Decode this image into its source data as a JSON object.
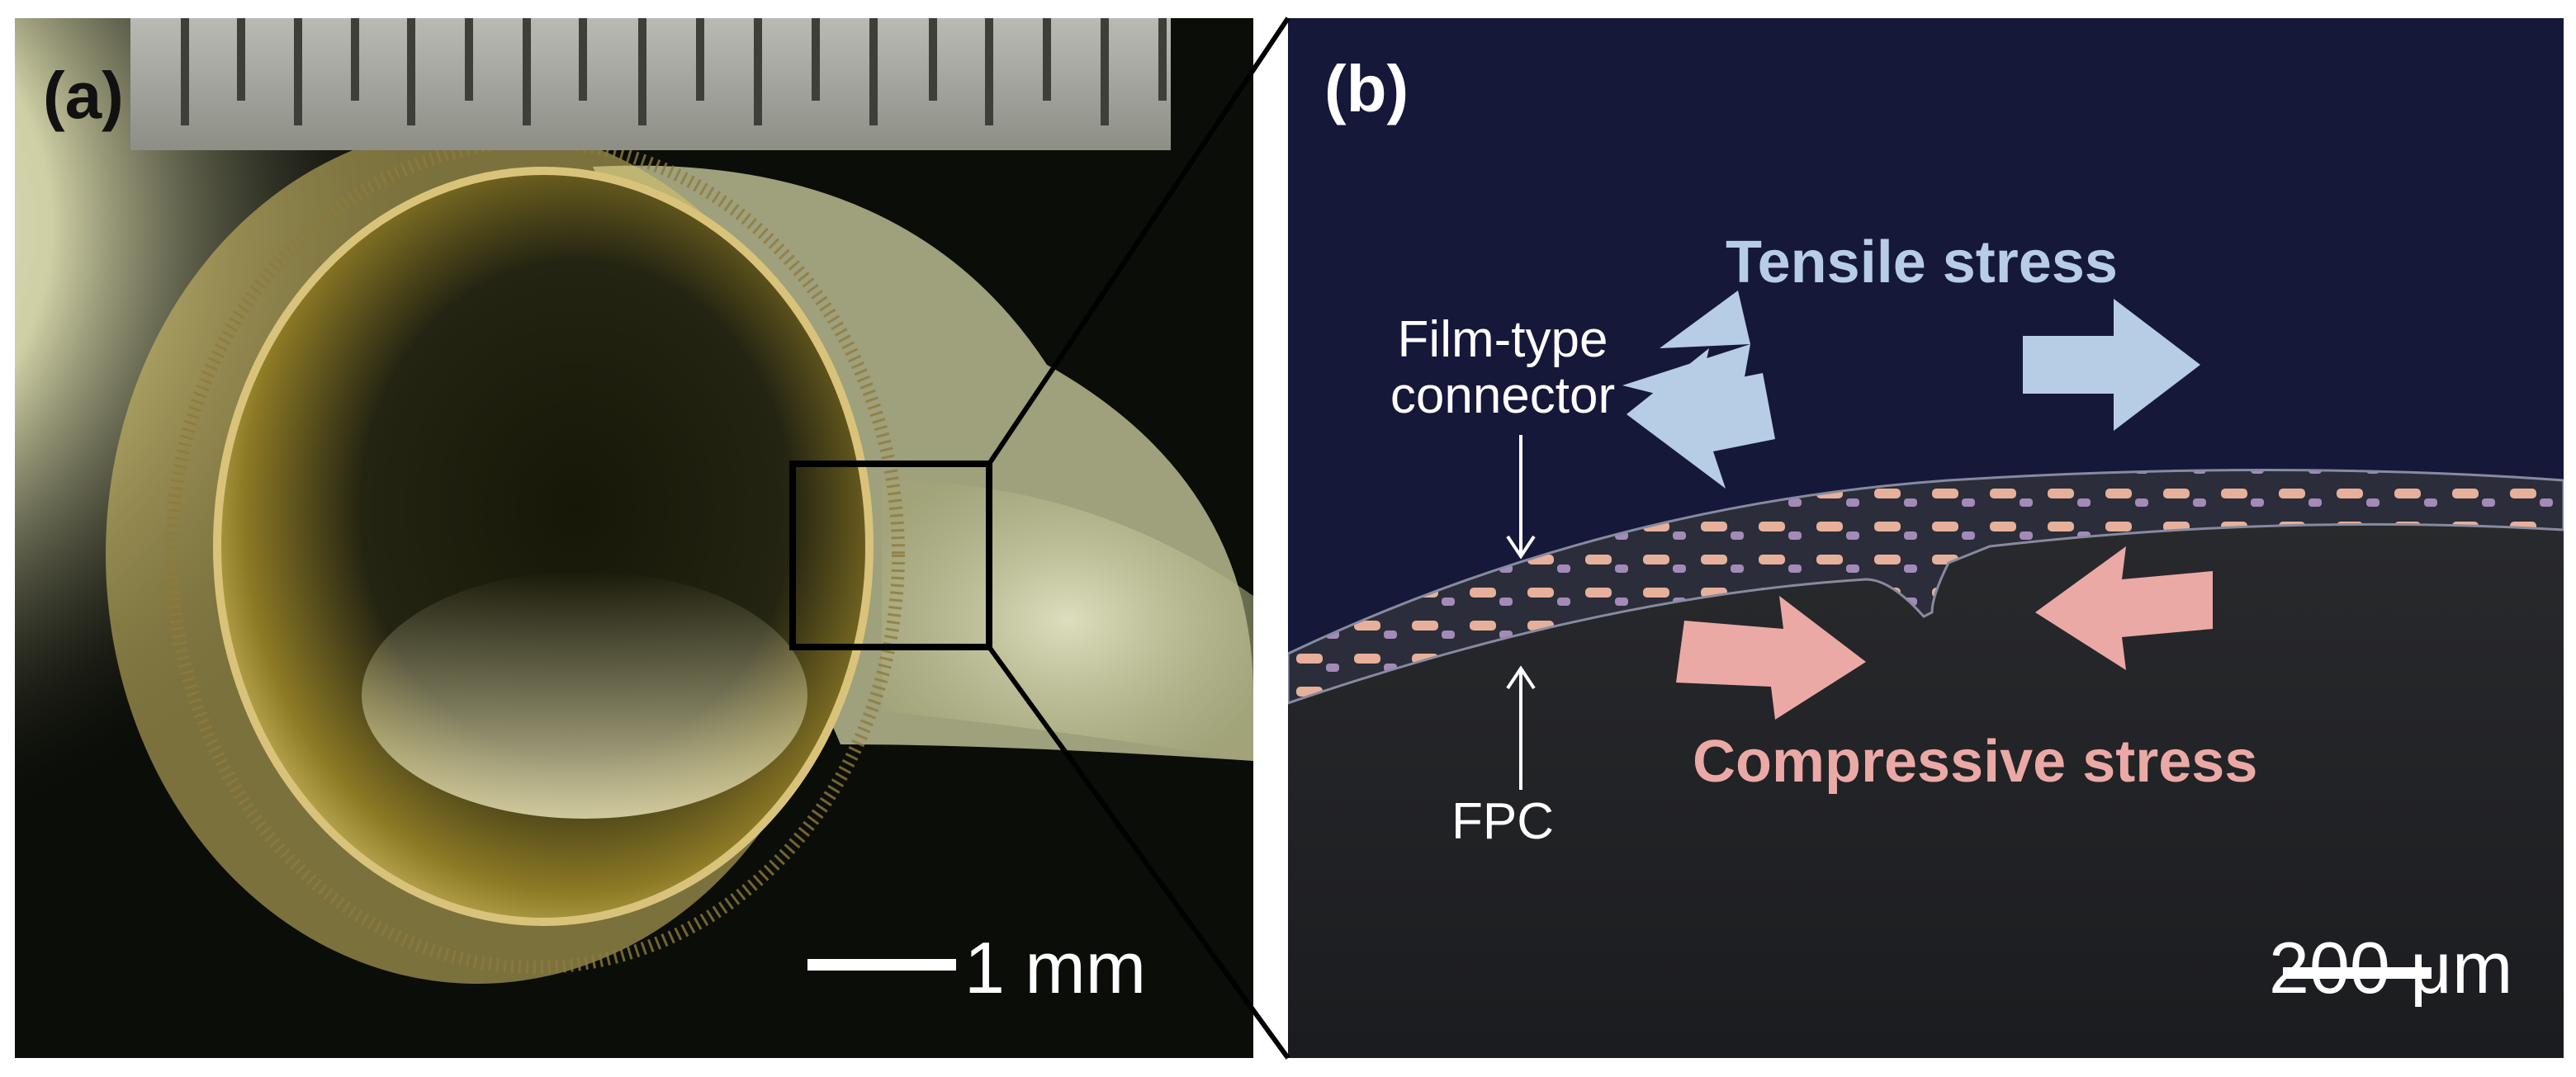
{
  "panel_a": {
    "label": "(a)",
    "scale_bar_text": "1 mm"
  },
  "panel_b": {
    "label": "(b)",
    "scale_bar_text": "200 μm",
    "annotations": {
      "film_line1": "Film-type",
      "film_line2": "connector",
      "fpc": "FPC",
      "tensile": "Tensile stress",
      "compressive": "Compressive stress"
    }
  },
  "colors": {
    "tensile": "#b7cde6",
    "compressive": "#eba9a6"
  }
}
